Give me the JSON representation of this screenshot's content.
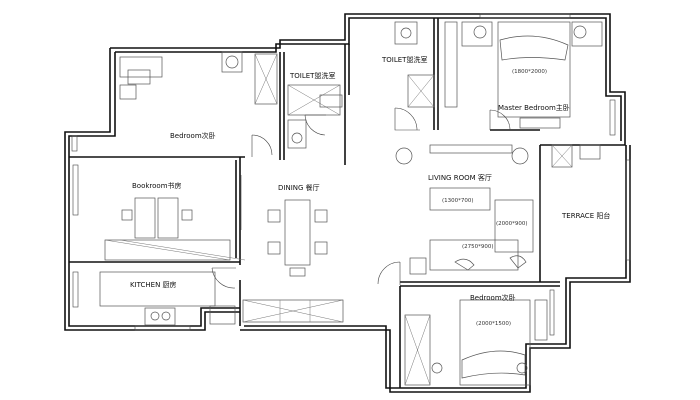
{
  "rooms": {
    "bedroom_1": "Bedroom次卧",
    "toilet_1": "TOILET盥洗室",
    "toilet_2": "TOILET盥洗室",
    "master_bedroom": "Master Bedroom主卧",
    "bookroom": "Bookroom书房",
    "dining": "DINING 餐厅",
    "living_room": "LIVING ROOM 客厅",
    "terrace": "TERRACE 阳台",
    "kitchen": "KITCHEN 厨房",
    "bedroom_2": "Bedroom次卧"
  },
  "dimensions": {
    "master_bed": "(1800*2000)",
    "rug": "(1300*700)",
    "sofa_area": "(2000*900)",
    "sofa": "(2750*900)",
    "bed_2": "(2000*1500)"
  }
}
